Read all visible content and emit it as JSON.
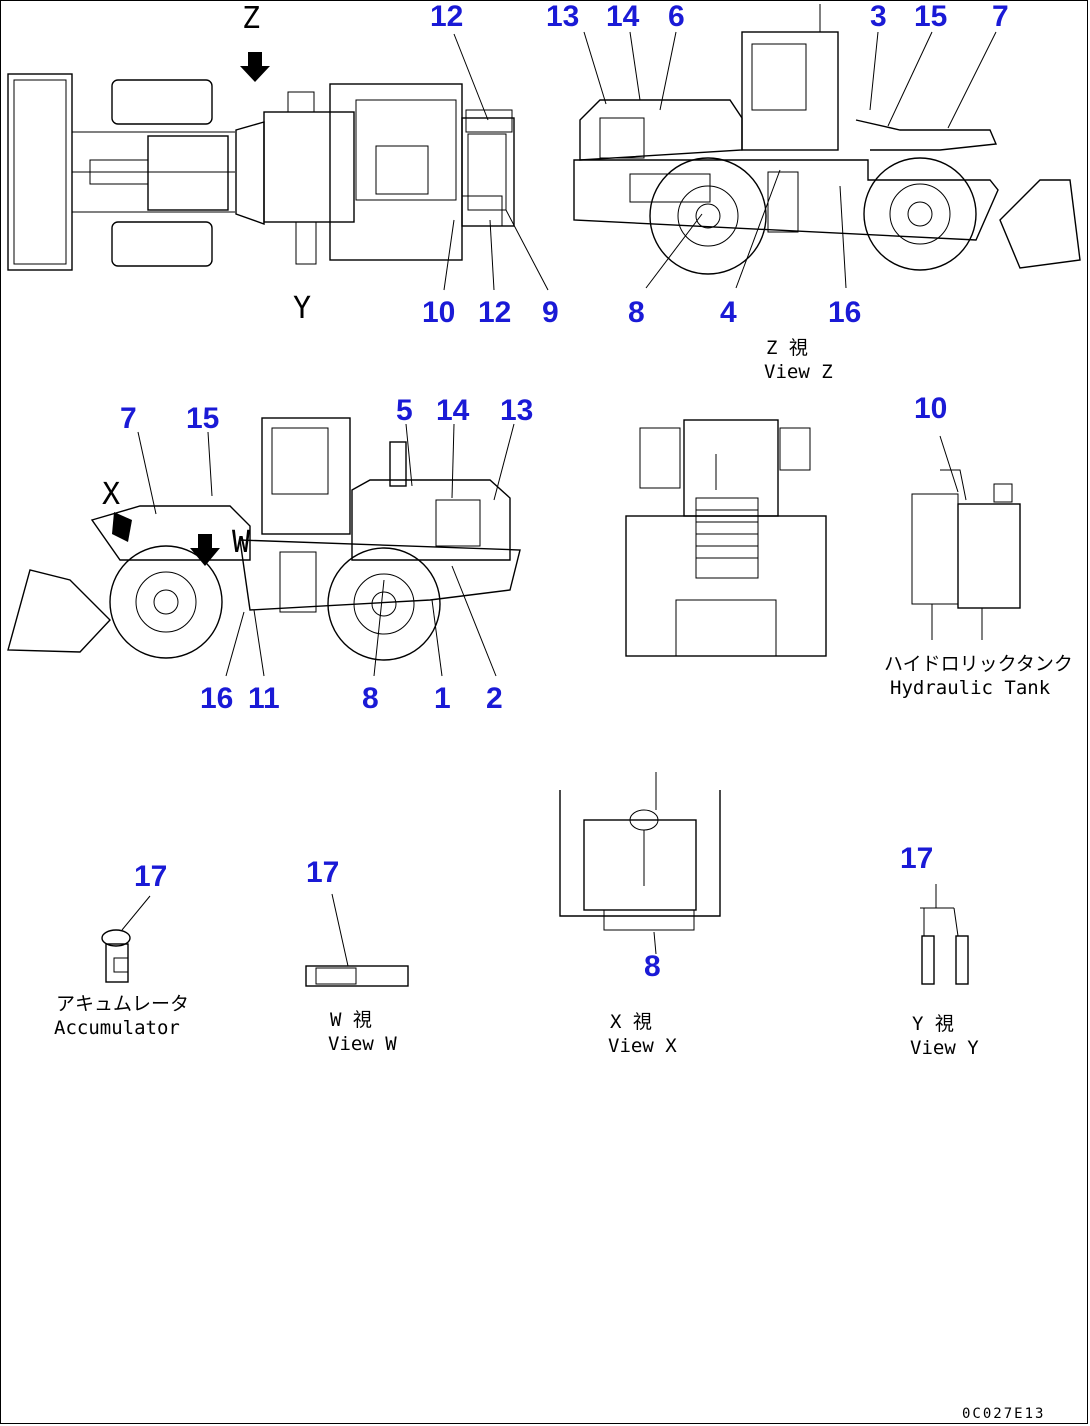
{
  "callouts": {
    "top": [
      "12",
      "13",
      "14",
      "6",
      "3",
      "15",
      "7"
    ],
    "top_bottom": [
      "10",
      "12",
      "9",
      "8",
      "4",
      "16"
    ],
    "side": [
      "7",
      "15",
      "5",
      "14",
      "13"
    ],
    "side_bottom": [
      "16",
      "11",
      "8",
      "1",
      "2"
    ],
    "tank": "10",
    "accumulator": "17",
    "view_w": "17",
    "view_x": "8",
    "view_y": "17"
  },
  "view_letters": {
    "z_arrow": "Z",
    "y_arrow": "Y",
    "x_arrow": "X",
    "w_arrow": "W"
  },
  "captions": {
    "view_z_jp": "Z  視",
    "view_z": "View Z",
    "tank_jp": "ハイドロリックタンク",
    "tank": "Hydraulic Tank",
    "accum_jp": "アキュムレータ",
    "accum": "Accumulator",
    "view_w_jp": "W  視",
    "view_w": "View W",
    "view_x_jp": "X  視",
    "view_x": "View X",
    "view_y_jp": "Y  視",
    "view_y": "View Y"
  },
  "ref_code": "0C027E13"
}
